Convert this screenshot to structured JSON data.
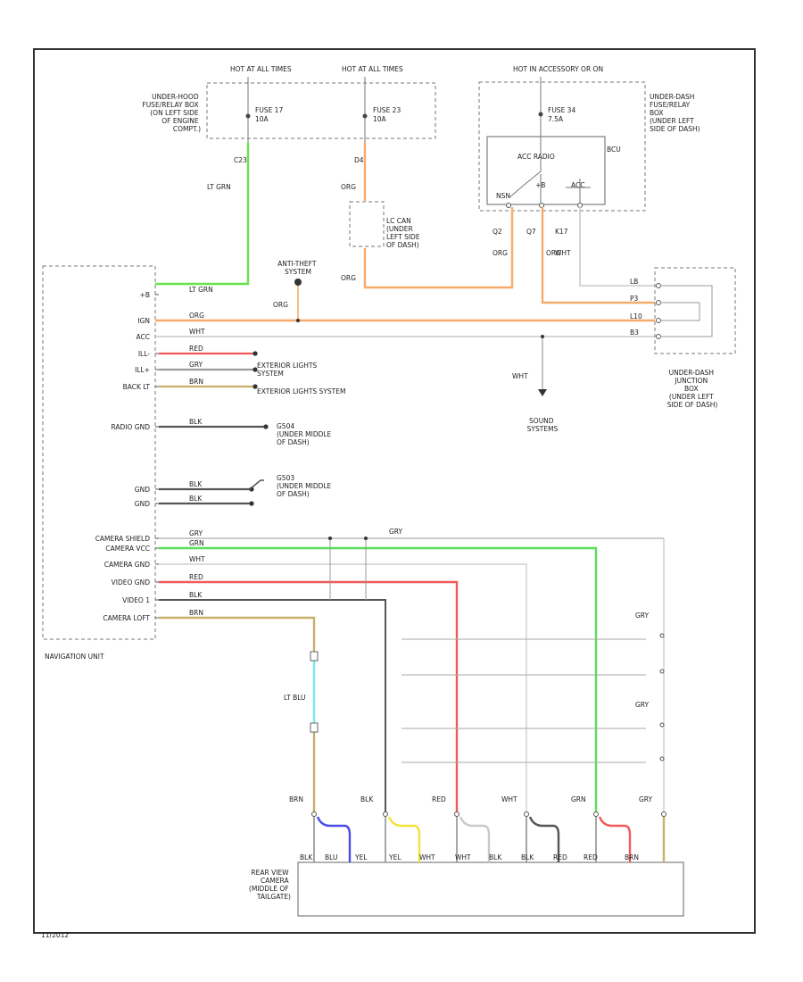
{
  "colors": {
    "lt_grn": "#66e24a",
    "org": "#f6ab6c",
    "wht": "#c9c9c9",
    "red": "#f05a5a",
    "gry": "#9a9a9a",
    "brn": "#c9b06a",
    "blk": "#555555",
    "grn": "#58de58",
    "lt_blu": "#7ee6f2",
    "blu": "#4b4bea",
    "yel": "#f2e23a"
  },
  "top": {
    "hot1": "HOT AT ALL TIMES",
    "hot2": "HOT AT ALL TIMES",
    "hot3": "HOT IN ACCESSORY OR ON",
    "fuse17": "FUSE 17",
    "fuse17_amp": "10A",
    "fuse23": "FUSE 23",
    "fuse23_amp": "10A",
    "fuse34": "FUSE 34",
    "fuse34_amp": "7.5A",
    "underhood_box": [
      "UNDER-HOOD",
      "FUSE/RELAY BOX",
      "(ON LEFT SIDE",
      "OF ENGINE",
      "COMPT.)"
    ],
    "underdash_box": [
      "UNDER-DASH",
      "FUSE/RELAY",
      "BOX",
      "(UNDER LEFT",
      "SIDE OF DASH)"
    ],
    "acc_radio": "ACC RADIO",
    "bcu": "BCU",
    "pins": [
      "NSN",
      "+B",
      "ACC"
    ]
  },
  "wires": {
    "c23": "C23",
    "lt_grn": "LT GRN",
    "d4": "D4",
    "org": "ORG",
    "lc_label": [
      "LC CAN",
      "(UNDER",
      "LEFT SIDE",
      "OF DASH)"
    ],
    "q2": "Q2",
    "q7": "Q7",
    "k17": "K17",
    "org2": "ORG",
    "org3": "ORG",
    "wht": "WHT",
    "antitheft": [
      "ANTI-THEFT",
      "SYSTEM"
    ]
  },
  "nav": {
    "pins_left": [
      "+B",
      "IGN",
      "ACC",
      "ILL-",
      "ILL+",
      "BACK LT",
      "RADIO GND",
      "GND",
      "GND",
      "CAMERA SHIELD",
      "CAMERA VCC",
      "CAMERA GND",
      "VIDEO GND",
      "VIDEO 1",
      "CAMERA LOFT"
    ],
    "wire_colors": [
      "LT GRN",
      "ORG",
      "WHT",
      "RED",
      "GRY",
      "BRN",
      "BLK",
      "BLK",
      "BLK",
      "GRY",
      "GRN",
      "WHT",
      "RED",
      "BLK",
      "BRN"
    ],
    "label": "NAVIGATION UNIT"
  },
  "right": {
    "jb_pins": [
      "LB",
      "P3",
      "L10",
      "B3"
    ],
    "jb_label": [
      "UNDER-DASH",
      "JUNCTION",
      "BOX",
      "(UNDER LEFT",
      "SIDE OF DASH)"
    ],
    "sound": [
      "SOUND",
      "SYSTEMS"
    ],
    "ext_lights1": [
      "EXTERIOR LIGHTS",
      "SYSTEM"
    ],
    "ext_lights2": "EXTERIOR LIGHTS SYSTEM",
    "g504": [
      "G504",
      "(UNDER MIDDLE",
      "OF DASH)"
    ],
    "g503": [
      "G503",
      "(UNDER MIDDLE",
      "OF DASH)"
    ],
    "gry": "GRY",
    "gry_side": [
      "GRY",
      "GRY"
    ]
  },
  "bottom": {
    "lt_blu": "LT BLU",
    "top_labels": [
      "BRN",
      "BLK",
      "RED",
      "WHT",
      "GRN",
      "GRY"
    ],
    "bottom_labels": [
      "BLK",
      "BLU",
      "YEL",
      "YEL",
      "WHT",
      "WHT",
      "BLK",
      "BLK",
      "RED",
      "RED",
      "BRN"
    ],
    "camera": [
      "REAR VIEW",
      "CAMERA",
      "(MIDDLE OF",
      "TAILGATE)"
    ],
    "footer": "11/2012"
  }
}
